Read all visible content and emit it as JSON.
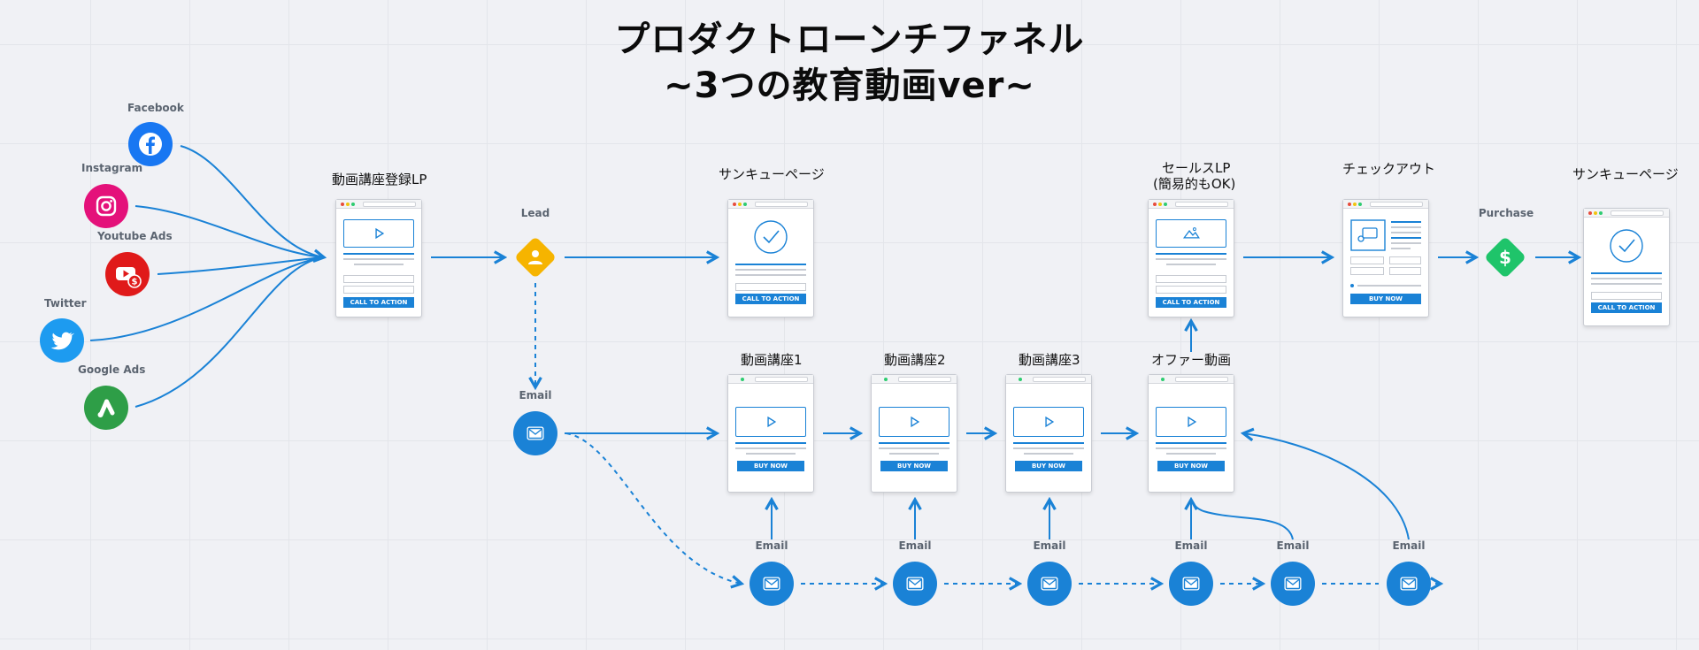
{
  "title_line1": "プロダクトローンチファネル",
  "title_line2": "~3つの教育動画ver~",
  "sources": [
    {
      "label": "Facebook",
      "icon": "facebook-icon",
      "color": "#1877f2"
    },
    {
      "label": "Instagram",
      "icon": "instagram-icon",
      "color": "#e4117a"
    },
    {
      "label": "Youtube Ads",
      "icon": "youtube-ads-icon",
      "color": "#e01a1a"
    },
    {
      "label": "Twitter",
      "icon": "twitter-icon",
      "color": "#1d9bf0"
    },
    {
      "label": "Google Ads",
      "icon": "google-ads-icon",
      "color": "#2e9e47"
    }
  ],
  "pages": {
    "registration_lp": {
      "label": "動画講座登録LP",
      "cta": "CALL TO ACTION"
    },
    "thankyou1": {
      "label": "サンキューページ",
      "cta": "CALL TO ACTION"
    },
    "sales_lp": {
      "label_line1": "セールスLP",
      "label_line2": "(簡易的もOK)",
      "cta": "CALL TO ACTION"
    },
    "checkout": {
      "label": "チェックアウト",
      "cta": "BUY NOW"
    },
    "thankyou2": {
      "label": "サンキューページ",
      "cta": "CALL TO ACTION"
    },
    "video1": {
      "label": "動画講座1",
      "cta": "BUY NOW"
    },
    "video2": {
      "label": "動画講座2",
      "cta": "BUY NOW"
    },
    "video3": {
      "label": "動画講座3",
      "cta": "BUY NOW"
    },
    "offer_video": {
      "label": "オファー動画",
      "cta": "BUY NOW"
    }
  },
  "events": {
    "lead": "Lead",
    "purchase": "Purchase"
  },
  "email_label": "Email",
  "colors": {
    "accent": "#1a82d6",
    "lead": "#f6b400",
    "purchase": "#1fc46a",
    "connector": "#1a82d6"
  }
}
